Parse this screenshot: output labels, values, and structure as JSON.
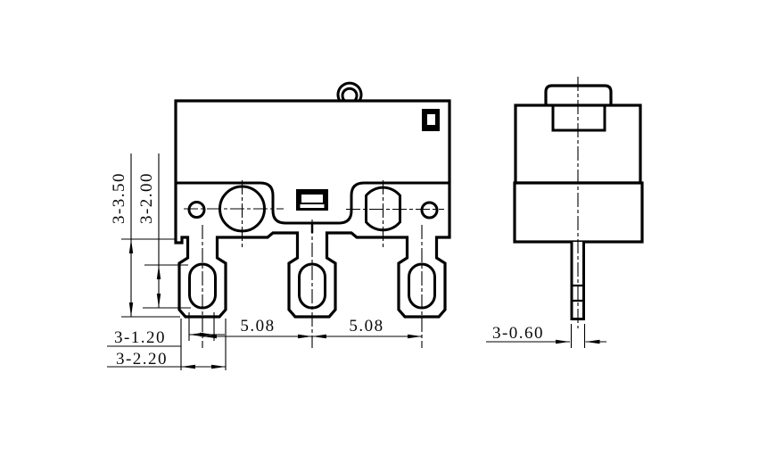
{
  "drawing": {
    "kind": "micro-switch engineering drawing",
    "colors": {
      "line": "#000000",
      "background": "#ffffff"
    },
    "front_view": {
      "dim_terminal_length": "3-3.50",
      "dim_slot_length": "3-2.00",
      "dim_slot_width": "3-1.20",
      "dim_terminal_width": "3-2.20",
      "dim_pitch_left": "5.08",
      "dim_pitch_right": "5.08"
    },
    "side_view": {
      "dim_terminal_thickness": "3-0.60"
    }
  }
}
